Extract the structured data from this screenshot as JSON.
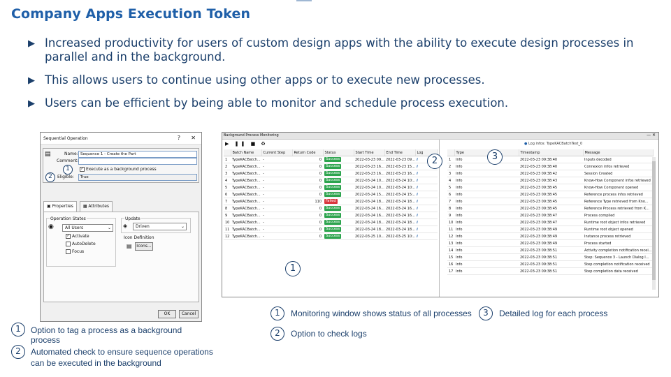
{
  "slide": {
    "title": "Company Apps Execution Token",
    "bullets": [
      "Increased productivity for users of custom design apps with the ability to execute design processes in parallel and in the background.",
      "This allows users to continue using other apps or to execute new processes.",
      "Users can be efficient by being able to monitor and schedule process execution."
    ]
  },
  "dialog": {
    "title": "Sequential Operation",
    "help": "?",
    "close": "✕",
    "name_label": "Name:",
    "name_value": "Sequence 1 - Create the Part",
    "comment_label": "Comment:",
    "comment_value": "",
    "background_checkbox": "Execute as a background process",
    "eligible_label": "Eligible:",
    "eligible_value": "True",
    "tabs": [
      "Properties",
      "Attributes"
    ],
    "operation_states_title": "Operation States",
    "users_combo": "All Users",
    "activate": "Activate",
    "autodelete": "AutoDelete",
    "focus": "Focus",
    "update_title": "Update",
    "update_combo": "Driven",
    "icon_def_title": "Icon Definition",
    "icons_button": "Icons...",
    "ok": "OK",
    "cancel": "Cancel"
  },
  "callouts": {
    "one": "1",
    "two": "2",
    "three": "3"
  },
  "left_legend": [
    {
      "num": "1",
      "text": "Option to tag a process as a background process"
    },
    {
      "num": "2",
      "text": "Automated check to ensure sequence operations can be executed in the background"
    }
  ],
  "bottom_legend": [
    {
      "num": "1",
      "text": "Monitoring window shows status of all processes"
    },
    {
      "num": "2",
      "text": "Option to check logs"
    },
    {
      "num": "3",
      "text": "Detailed log for each process"
    }
  ],
  "monitor": {
    "title": "Background Process Monitoring",
    "window_controls": "— ✕",
    "toolbar": "▶ ❚❚ ■ ♻",
    "log_info": "Log infos: TypeKACBatchTest_0",
    "columns": [
      "",
      "Batch Name",
      "Current Step",
      "Return Code",
      "Status",
      "Start Time",
      "End Time",
      "Log"
    ],
    "rows": [
      {
        "n": "1",
        "name": "TypeKACBatch...",
        "step": "-",
        "code": "0",
        "status": "Success",
        "start": "2022-03-23 09...",
        "end": "2022-03-23 09...",
        "log": "i"
      },
      {
        "n": "2",
        "name": "TypeKACBatch...",
        "step": "-",
        "code": "0",
        "status": "Success",
        "start": "2022-03-23 16...",
        "end": "2022-03-23 15...",
        "log": "i"
      },
      {
        "n": "3",
        "name": "TypeKACBatch...",
        "step": "-",
        "code": "0",
        "status": "Success",
        "start": "2022-03-23 16...",
        "end": "2022-03-23 16...",
        "log": "i"
      },
      {
        "n": "4",
        "name": "TypeKACBatch...",
        "step": "-",
        "code": "0",
        "status": "Success",
        "start": "2022-03-24 10...",
        "end": "2022-03-24 10:...",
        "log": "i"
      },
      {
        "n": "5",
        "name": "TypeKACBatch...",
        "step": "-",
        "code": "0",
        "status": "Success",
        "start": "2022-03-24 10...",
        "end": "2022-03-24 10:...",
        "log": "i"
      },
      {
        "n": "6",
        "name": "TypeKACBatch...",
        "step": "-",
        "code": "0",
        "status": "Success",
        "start": "2022-03-24 15...",
        "end": "2022-03-24 15:...",
        "log": "i"
      },
      {
        "n": "7",
        "name": "TypeKACBatch...",
        "step": "-",
        "code": "110",
        "status": "Failed",
        "start": "2022-03-24 18...",
        "end": "2022-03-24 18...",
        "log": "i"
      },
      {
        "n": "8",
        "name": "TypeKACBatch...",
        "step": "-",
        "code": "0",
        "status": "Success",
        "start": "2022-03-24 16...",
        "end": "2022-03-24 16...",
        "log": "i"
      },
      {
        "n": "9",
        "name": "TypeKACBatch...",
        "step": "-",
        "code": "0",
        "status": "Success",
        "start": "2022-03-24 16...",
        "end": "2022-03-24 16...",
        "log": "i"
      },
      {
        "n": "10",
        "name": "TypeKACBatch...",
        "step": "-",
        "code": "0",
        "status": "Success",
        "start": "2022-03-24 18...",
        "end": "2022-03-24 18...",
        "log": "i"
      },
      {
        "n": "11",
        "name": "TypeKACBatch...",
        "step": "-",
        "code": "0",
        "status": "Success",
        "start": "2022-03-24 18...",
        "end": "2022-03-24 18...",
        "log": "i"
      },
      {
        "n": "12",
        "name": "TypeKACBatch...",
        "step": "-",
        "code": "0",
        "status": "Success",
        "start": "2022-03-25 10...",
        "end": "2022-03-25 10:...",
        "log": "i"
      }
    ],
    "log_columns": [
      "",
      "Type",
      "Timestamp",
      "Message"
    ],
    "log_rows": [
      {
        "n": "1",
        "type": "Info",
        "ts": "2022-03-23 09:38:40",
        "msg": "Inputs decoded"
      },
      {
        "n": "2",
        "type": "Info",
        "ts": "2022-03-23 09:38:40",
        "msg": "Connexion infos retrieved"
      },
      {
        "n": "3",
        "type": "Info",
        "ts": "2022-03-23 09:38:42",
        "msg": "Session Created"
      },
      {
        "n": "4",
        "type": "Info",
        "ts": "2022-03-23 09:38:43",
        "msg": "Know-How Component infos retrieved"
      },
      {
        "n": "5",
        "type": "Info",
        "ts": "2022-03-23 09:38:45",
        "msg": "Know-How Component opened"
      },
      {
        "n": "6",
        "type": "Info",
        "ts": "2022-03-23 09:38:45",
        "msg": "Reference process infos retrieved"
      },
      {
        "n": "7",
        "type": "Info",
        "ts": "2022-03-23 09:38:45",
        "msg": "Reference Type retrieved from Kno..."
      },
      {
        "n": "8",
        "type": "Info",
        "ts": "2022-03-23 09:38:45",
        "msg": "Reference Process retrieved from K..."
      },
      {
        "n": "9",
        "type": "Info",
        "ts": "2022-03-23 09:38:47",
        "msg": "Process compiled"
      },
      {
        "n": "10",
        "type": "Info",
        "ts": "2022-03-23 09:38:47",
        "msg": "Runtime root object infos retrieved"
      },
      {
        "n": "11",
        "type": "Info",
        "ts": "2022-03-23 09:38:49",
        "msg": "Runtime root object opened"
      },
      {
        "n": "12",
        "type": "Info",
        "ts": "2022-03-23 09:38:49",
        "msg": "Instance process retrieved"
      },
      {
        "n": "13",
        "type": "Info",
        "ts": "2022-03-23 09:38:49",
        "msg": "Process started"
      },
      {
        "n": "14",
        "type": "Info",
        "ts": "2022-03-23 09:38:51",
        "msg": "Activity completion notification recei..."
      },
      {
        "n": "15",
        "type": "Info",
        "ts": "2022-03-23 09:38:51",
        "msg": "Step: Sequence 3 - Launch Dialog I..."
      },
      {
        "n": "16",
        "type": "Info",
        "ts": "2022-03-23 09:38:51",
        "msg": "Step completion notification received"
      },
      {
        "n": "17",
        "type": "Info",
        "ts": "2022-03-23 09:38:51",
        "msg": "Step completion data received"
      }
    ]
  }
}
